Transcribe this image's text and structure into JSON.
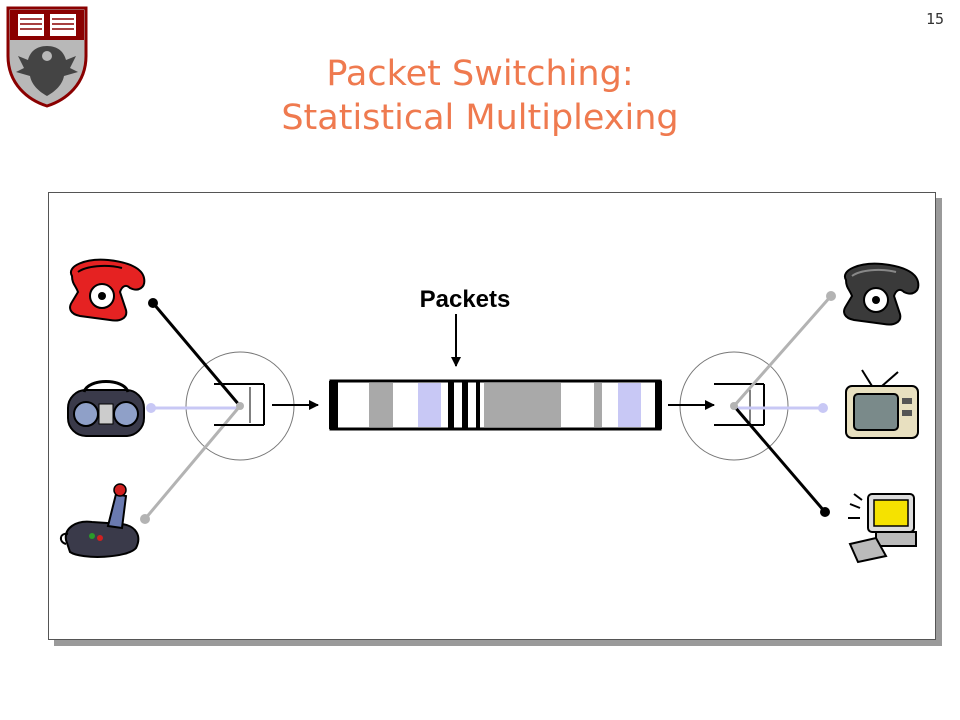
{
  "slide": {
    "number": "15"
  },
  "title": {
    "line1": "Packet Switching:",
    "line2": "Statistical Multiplexing"
  },
  "diagram": {
    "packets_label": "Packets"
  },
  "icons": {
    "left": [
      "red-telephone-icon",
      "radio-icon",
      "joystick-icon"
    ],
    "right": [
      "black-telephone-icon",
      "television-icon",
      "computer-icon"
    ]
  },
  "colors": {
    "title": "#ef7a4f",
    "packet_lavender": "#c8c8f5",
    "packet_gray": "#a9a9a9",
    "link_black": "#000000",
    "link_gray": "#b3b3b3",
    "link_lavender": "#c8c8f5"
  }
}
